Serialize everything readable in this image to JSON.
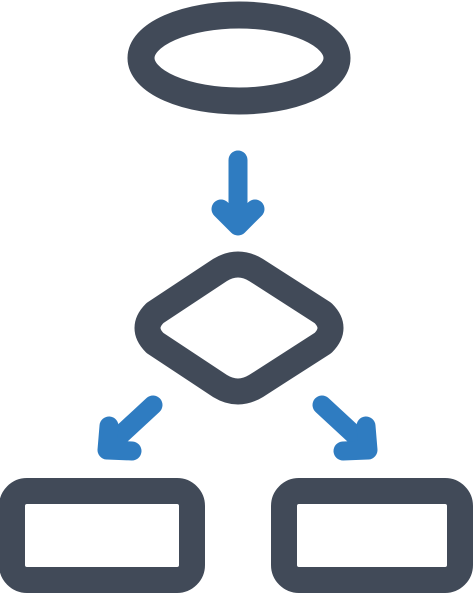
{
  "diagram": {
    "type": "flowchart-icon",
    "colors": {
      "outline": "#414a58",
      "arrow": "#2f7cc1",
      "background": "#ffffff"
    },
    "nodes": [
      {
        "id": "start",
        "shape": "ellipse",
        "role": "start-terminal"
      },
      {
        "id": "decision",
        "shape": "diamond",
        "role": "decision"
      },
      {
        "id": "left-outcome",
        "shape": "rounded-rectangle",
        "role": "process"
      },
      {
        "id": "right-outcome",
        "shape": "rounded-rectangle",
        "role": "process"
      }
    ],
    "edges": [
      {
        "from": "start",
        "to": "decision",
        "direction": "down"
      },
      {
        "from": "decision",
        "to": "left-outcome",
        "direction": "down-left"
      },
      {
        "from": "decision",
        "to": "right-outcome",
        "direction": "down-right"
      }
    ]
  }
}
